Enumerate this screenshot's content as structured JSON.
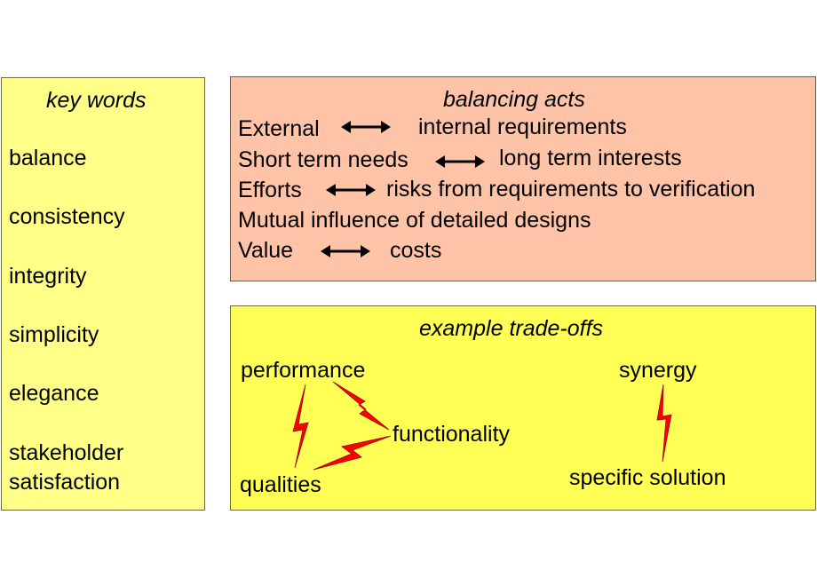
{
  "key_words": {
    "title": "key words",
    "items": [
      "balance",
      "consistency",
      "integrity",
      "simplicity",
      "elegance",
      "stakeholder",
      "satisfaction"
    ]
  },
  "balancing_acts": {
    "title": "balancing acts",
    "rows": [
      {
        "left": "External",
        "right": "internal requirements"
      },
      {
        "left": "Short term needs",
        "right": "long term interests"
      },
      {
        "left": "Efforts",
        "right": "risks from requirements to verification"
      },
      {
        "text": "Mutual influence of detailed designs"
      },
      {
        "left": "Value",
        "right": "costs"
      }
    ]
  },
  "example_tradeoffs": {
    "title": "example trade-offs",
    "performance": "performance",
    "functionality": "functionality",
    "qualities": "qualities",
    "synergy": "synergy",
    "specific_solution": "specific solution"
  },
  "colors": {
    "key_words_bg": "#ffff88",
    "balancing_bg": "#ffc4a8",
    "tradeoffs_bg": "#ffff55",
    "lightning": "#ff0000"
  }
}
